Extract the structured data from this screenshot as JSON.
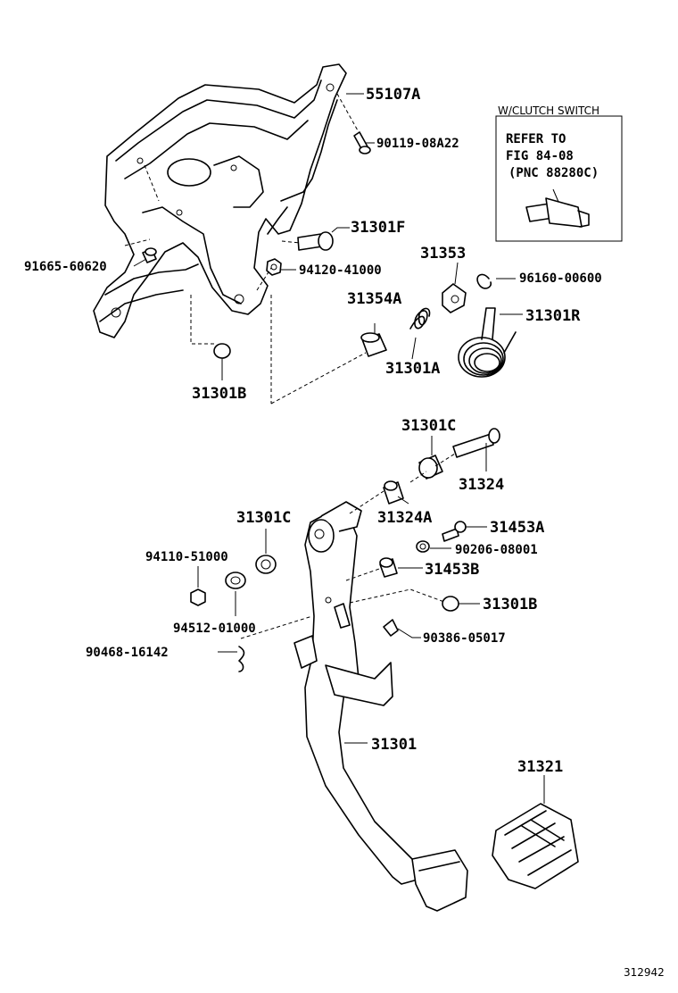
{
  "callouts": {
    "p55107A": "55107A",
    "p90119": "90119-08A22",
    "p31301F": "31301F",
    "p91665": "91665-60620",
    "p94120": "94120-41000",
    "p31353": "31353",
    "p96160": "96160-00600",
    "p31354A": "31354A",
    "p31301R": "31301R",
    "p31301A": "31301A",
    "p31301B_top": "31301B",
    "p31301C_right": "31301C",
    "p31324": "31324",
    "p31301C_left": "31301C",
    "p31324A": "31324A",
    "p31453A": "31453A",
    "p94110": "94110-51000",
    "p90206": "90206-08001",
    "p31453B": "31453B",
    "p31301B_low": "31301B",
    "p94512": "94512-01000",
    "p90386": "90386-05017",
    "p90468": "90468-16142",
    "p31301": "31301",
    "p31321": "31321"
  },
  "clutch_switch_box": {
    "title": "W/CLUTCH SWITCH",
    "line1": "REFER TO",
    "line2": "FIG 84-08",
    "line3": "(PNC 88280C)"
  },
  "figure_number": "312942"
}
